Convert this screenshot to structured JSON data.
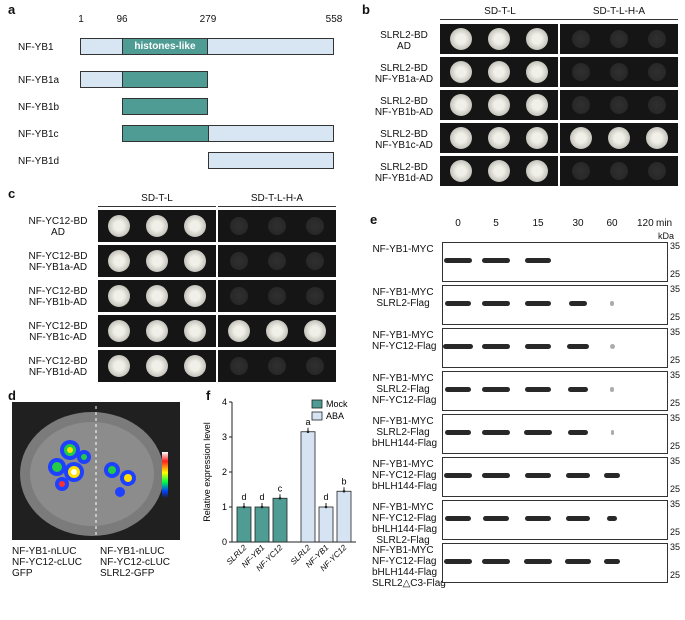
{
  "panels": {
    "a": "a",
    "b": "b",
    "c": "c",
    "d": "d",
    "e": "e",
    "f": "f"
  },
  "panel_a": {
    "positions": [
      "1",
      "96",
      "279",
      "558"
    ],
    "domain_label": "histones-like",
    "rows": [
      "NF-YB1",
      "NF-YB1a",
      "NF-YB1b",
      "NF-YB1c",
      "NF-YB1d"
    ]
  },
  "panel_b": {
    "media": [
      "SD-T-L",
      "SD-T-L-H-A"
    ],
    "rows": [
      [
        "SLRL2-BD",
        "AD"
      ],
      [
        "SLRL2-BD",
        "NF-YB1a-AD"
      ],
      [
        "SLRL2-BD",
        "NF-YB1b-AD"
      ],
      [
        "SLRL2-BD",
        "NF-YB1c-AD"
      ],
      [
        "SLRL2-BD",
        "NF-YB1d-AD"
      ]
    ]
  },
  "panel_c": {
    "media": [
      "SD-T-L",
      "SD-T-L-H-A"
    ],
    "rows": [
      [
        "NF-YC12-BD",
        "AD"
      ],
      [
        "NF-YC12-BD",
        "NF-YB1a-AD"
      ],
      [
        "NF-YC12-BD",
        "NF-YB1b-AD"
      ],
      [
        "NF-YC12-BD",
        "NF-YB1c-AD"
      ],
      [
        "NF-YC12-BD",
        "NF-YB1d-AD"
      ]
    ]
  },
  "panel_d": {
    "left_labels": [
      "NF-YB1-nLUC",
      "NF-YC12-cLUC",
      "GFP"
    ],
    "right_labels": [
      "NF-YB1-nLUC",
      "NF-YC12-cLUC",
      "SLRL2-GFP"
    ]
  },
  "panel_e": {
    "timepoints": [
      "0",
      "5",
      "15",
      "30",
      "60",
      "120"
    ],
    "unit": "min",
    "kda": "kDa",
    "markers": [
      "35",
      "25"
    ],
    "rows": [
      [
        "NF-YB1-MYC"
      ],
      [
        "NF-YB1-MYC",
        "SLRL2-Flag"
      ],
      [
        "NF-YB1-MYC",
        "NF-YC12-Flag"
      ],
      [
        "NF-YB1-MYC",
        "SLRL2-Flag",
        "NF-YC12-Flag"
      ],
      [
        "NF-YB1-MYC",
        "SLRL2-Flag",
        "bHLH144-Flag"
      ],
      [
        "NF-YB1-MYC",
        "NF-YC12-Flag",
        "bHLH144-Flag"
      ],
      [
        "NF-YB1-MYC",
        "NF-YC12-Flag",
        "bHLH144-Flag",
        "SLRL2-Flag"
      ],
      [
        "NF-YB1-MYC",
        "NF-YC12-Flag",
        "bHLH144-Flag",
        "SLRL2△C3-Flag"
      ]
    ]
  },
  "chart_data": {
    "type": "bar",
    "ylabel": "Relative expression level",
    "ylim": [
      0,
      4
    ],
    "yticks": [
      "0",
      "1",
      "2",
      "3",
      "4"
    ],
    "categories": [
      "SLRL2",
      "NF-YB1",
      "NF-YC12",
      "SLRL2",
      "NF-YB1",
      "NF-YC12"
    ],
    "series": [
      {
        "name": "Mock",
        "values": [
          1.0,
          1.0,
          1.25,
          null,
          null,
          null
        ],
        "color": "#4e9c94"
      },
      {
        "name": "ABA",
        "values": [
          null,
          null,
          null,
          3.15,
          1.0,
          1.45
        ],
        "color": "#d6e3f2"
      }
    ],
    "letters": [
      "d",
      "d",
      "c",
      "a",
      "d",
      "b"
    ],
    "legend": "top-right"
  }
}
